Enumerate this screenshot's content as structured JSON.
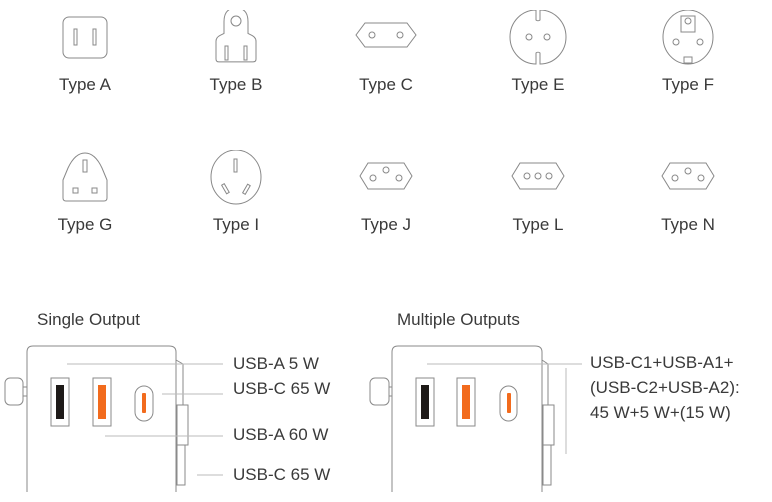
{
  "plug_types": [
    {
      "label": "Type A",
      "icon": "plug-type-a-icon"
    },
    {
      "label": "Type B",
      "icon": "plug-type-b-icon"
    },
    {
      "label": "Type C",
      "icon": "plug-type-c-icon"
    },
    {
      "label": "Type E",
      "icon": "plug-type-e-icon"
    },
    {
      "label": "Type F",
      "icon": "plug-type-f-icon"
    },
    {
      "label": "Type G",
      "icon": "plug-type-g-icon"
    },
    {
      "label": "Type I",
      "icon": "plug-type-i-icon"
    },
    {
      "label": "Type J",
      "icon": "plug-type-j-icon"
    },
    {
      "label": "Type L",
      "icon": "plug-type-l-icon"
    },
    {
      "label": "Type N",
      "icon": "plug-type-n-icon"
    }
  ],
  "single_output": {
    "title": "Single Output",
    "specs": [
      "USB-A 5 W",
      "USB-C 65 W",
      "USB-A 60 W",
      "USB-C 65 W"
    ]
  },
  "multiple_outputs": {
    "title": "Multiple Outputs",
    "lines": [
      "USB-C1+USB-A1+",
      "(USB-C2+USB-A2):",
      "45 W+5 W+(15 W)"
    ]
  },
  "colors": {
    "accent": "#f26b1d",
    "dark_port": "#1e1a18",
    "stroke": "#8a8a8a"
  }
}
